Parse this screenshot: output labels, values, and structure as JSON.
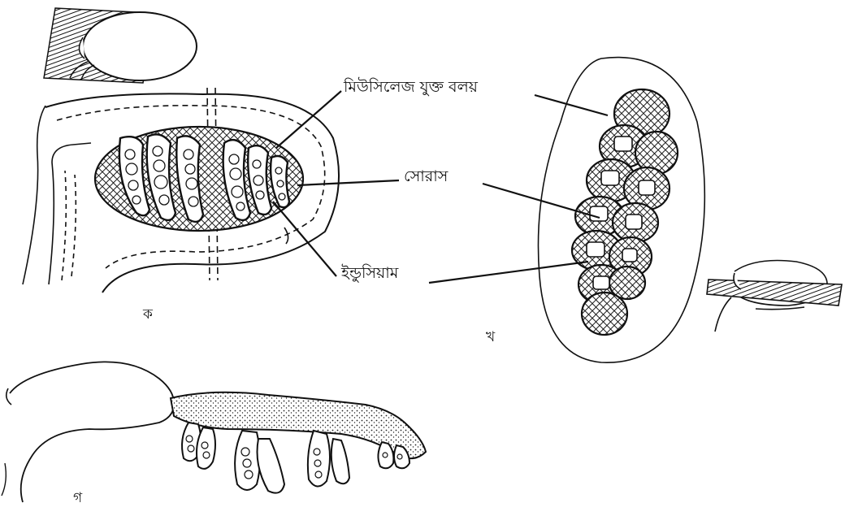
{
  "labels": {
    "mucilage_ring": "মিউসিলেজ যুক্ত বলয়",
    "sorus": "সোরাস",
    "indusium": "ইন্ডুসিয়াম",
    "fig_ka": "ক",
    "fig_kha": "খ",
    "fig_ga": "গ"
  },
  "colors": {
    "ink": "#111111",
    "paper": "#ffffff"
  }
}
